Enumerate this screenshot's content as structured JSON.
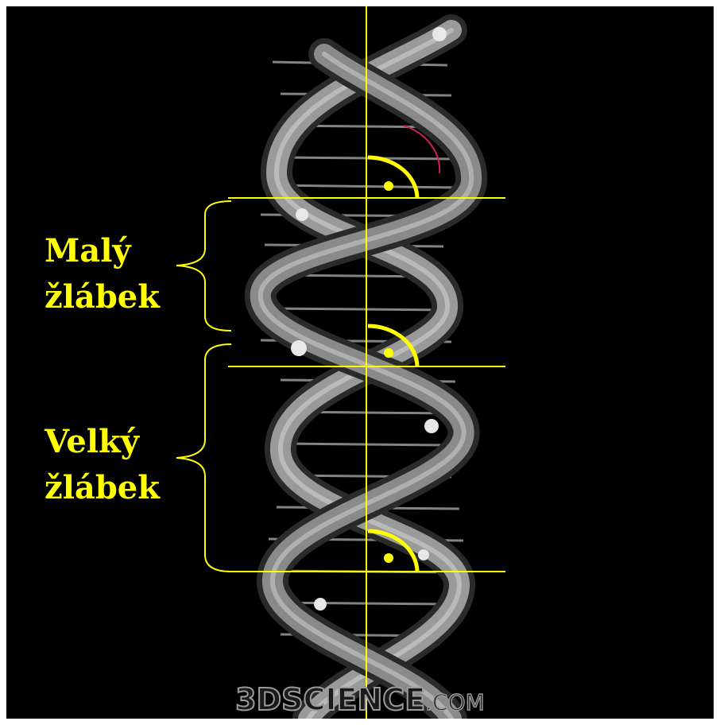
{
  "labels": {
    "minor_groove_line1": "Malý",
    "minor_groove_line2": "žlábek",
    "major_groove_line1": "Velký",
    "major_groove_line2": "žlábek"
  },
  "watermark": {
    "main": "3DSCIENCE",
    "suffix": ".COM"
  },
  "colors": {
    "background": "#000000",
    "annotation": "#ffff00",
    "arc_accent": "#cc2255",
    "helix_strand": "#8c8c8c"
  },
  "icons": [
    "dna-double-helix",
    "right-angle-arc"
  ]
}
